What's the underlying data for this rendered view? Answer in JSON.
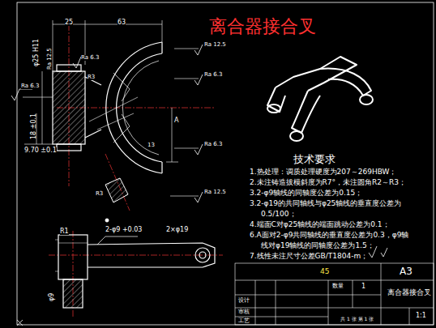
{
  "diagram": {
    "title": "离合器接合叉",
    "labels": [
      "技术要求",
      "1.热处理：调质处理硬度为207～269HBW；",
      "2.未注铸造拔模斜度为R7°，未注圆角R2～R3；",
      "3.2-φ9轴线的同轴度公差为0.15；",
      "3.2-φ19的共同轴线与φ25轴线的垂直度公差为",
      "0.5/100；",
      "4.端面C对φ25轴线的端面跳动公差为0.1；",
      "6.A面对2-φ9共同轴线的垂直度公差为0.3，φ9轴",
      "线对φ19轴线的同轴度公差为1.5；",
      "7.线性未注尺寸公差GB/T1804-m；",
      "25",
      "63",
      "φ25 H11",
      "Ra 12.5",
      "Ra 6.3",
      "R3",
      "Ra 6.3",
      "18 ±0.1",
      "9.70 ±0.1",
      "Ra 12.5",
      "Ra 6.3",
      "Ra 6.3",
      "Ra 12.5",
      "13",
      "A",
      "R3",
      "R1",
      "2-φ9 +0.03",
      "2×φ19",
      "φ9",
      "45",
      "A3",
      "离合器接合叉",
      "1",
      "1:1",
      "共 1 张 第 1 张",
      "数量",
      "设计",
      "审核",
      "工艺"
    ]
  }
}
